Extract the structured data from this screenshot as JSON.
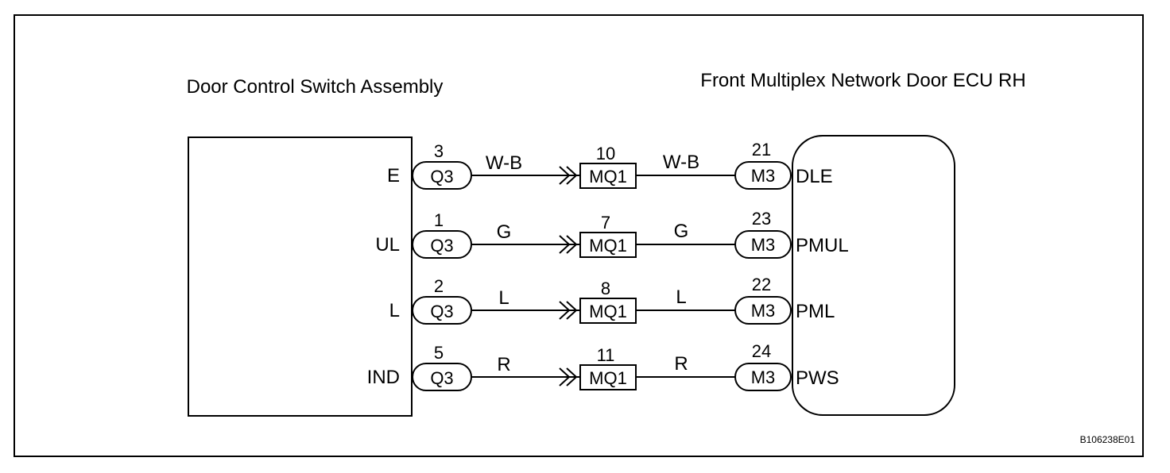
{
  "left_component": {
    "title": "Door Control Switch Assembly"
  },
  "right_component": {
    "title": "Front Multiplex Network Door ECU RH"
  },
  "connectors": {
    "left": "Q3",
    "middle": "MQ1",
    "right": "M3"
  },
  "circuits": [
    {
      "left_terminal": "E",
      "left_pin": "3",
      "wire1": "W-B",
      "mid_pin": "10",
      "wire2": "W-B",
      "right_pin": "21",
      "right_terminal": "DLE"
    },
    {
      "left_terminal": "UL",
      "left_pin": "1",
      "wire1": "G",
      "mid_pin": "7",
      "wire2": "G",
      "right_pin": "23",
      "right_terminal": "PMUL"
    },
    {
      "left_terminal": "L",
      "left_pin": "2",
      "wire1": "L",
      "mid_pin": "8",
      "wire2": "L",
      "right_pin": "22",
      "right_terminal": "PML"
    },
    {
      "left_terminal": "IND",
      "left_pin": "5",
      "wire1": "R",
      "mid_pin": "11",
      "wire2": "R",
      "right_pin": "24",
      "right_terminal": "PWS"
    }
  ],
  "figure_code": "B106238E01"
}
